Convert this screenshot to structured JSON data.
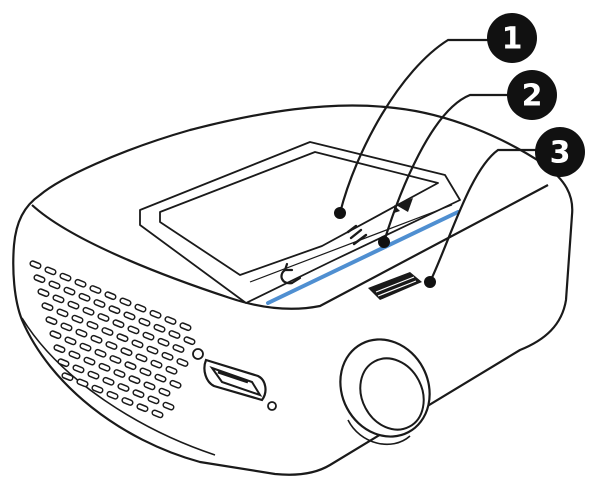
{
  "callouts": [
    {
      "label": "1"
    },
    {
      "label": "2"
    },
    {
      "label": "3"
    }
  ],
  "colors": {
    "outline": "#1a1a1a",
    "body_fill": "#ffffff",
    "accent_strip": "#4f8fd1",
    "callout_fill": "#111111"
  },
  "icons": [
    "back-arrow-icon",
    "menu-lines-icon",
    "play-icon",
    "hdmi-port-icon",
    "lens-icon",
    "usb-port-icon"
  ]
}
